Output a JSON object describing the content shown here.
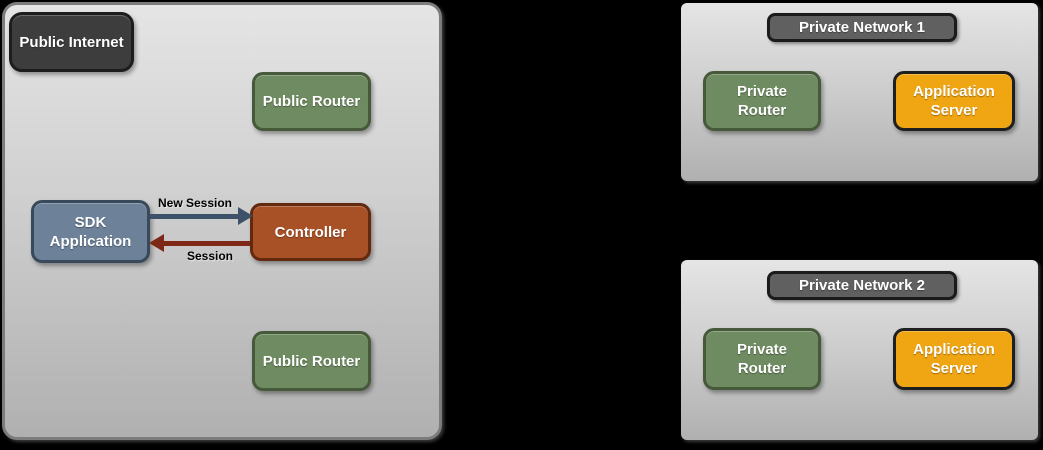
{
  "colors": {
    "background": "#000000",
    "public_panel_border": "#7c7c7c",
    "private_panel_border": "#2d4a63",
    "dark_node_fill": "#3d3d3d",
    "dark_node_border": "#1d1d1d",
    "green_node_fill": "#6f8b61",
    "green_node_border": "#46593b",
    "blue_node_fill": "#6d8299",
    "blue_node_border": "#38495b",
    "rust_node_fill": "#a85026",
    "rust_node_border": "#63290e",
    "orange_node_fill": "#f0a512",
    "orange_node_border": "#1f1f1f",
    "zone_title_fill": "#606060",
    "zone_title_border": "#1b1b1b",
    "new_session_arrow": "#3d5269",
    "session_arrow": "#7e2817",
    "node_text": "#ffffff",
    "arrow_label_text": "#000000"
  },
  "public_internet_panel": {
    "label": "Public Internet",
    "nodes": {
      "public_router_top": "Public Router",
      "sdk_application": "SDK Application",
      "controller": "Controller",
      "public_router_bottom": "Public Router"
    },
    "arrows": {
      "new_session": "New Session",
      "session": "Session"
    }
  },
  "private_network_1": {
    "title": "Private Network 1",
    "nodes": {
      "private_router": "Private Router",
      "application_server": "Application Server"
    }
  },
  "private_network_2": {
    "title": "Private Network 2",
    "nodes": {
      "private_router": "Private Router",
      "application_server": "Application Server"
    }
  }
}
